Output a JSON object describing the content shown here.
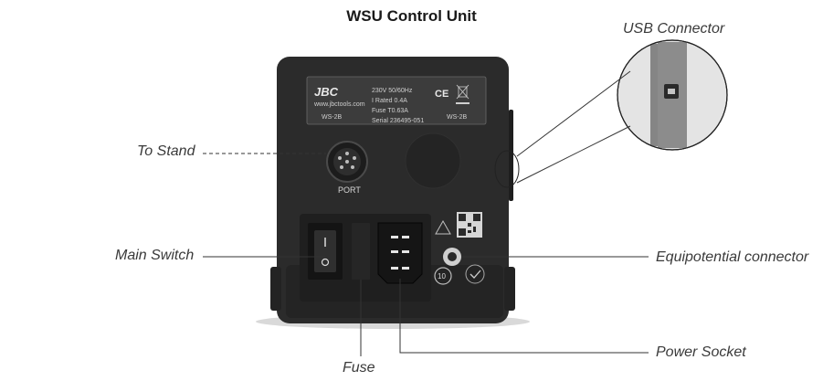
{
  "title": "WSU Control Unit",
  "callouts": {
    "usb_connector": "USB Connector",
    "to_stand": "To Stand",
    "main_switch": "Main Switch",
    "equipotential_connector": "Equipotential connector",
    "power_socket": "Power Socket",
    "fuse": "Fuse"
  },
  "device": {
    "rating_label": {
      "brand": "JBC",
      "website": "www.jbctools.com",
      "model_left": "WS-2B",
      "voltage": "230V   50/60Hz",
      "rated": "I Rated      0.4A",
      "fuse": "Fuse        T0.63A",
      "serial": "Serial 236495-051",
      "model_right": "WS-2B",
      "ce_mark": "CE"
    },
    "port_label": "PORT",
    "cycle_badge": "10"
  },
  "colors": {
    "body": "#2b2b2b",
    "panel": "#1f1f1f",
    "label_bg": "#3c3c3c",
    "leader_line": "#333333"
  }
}
